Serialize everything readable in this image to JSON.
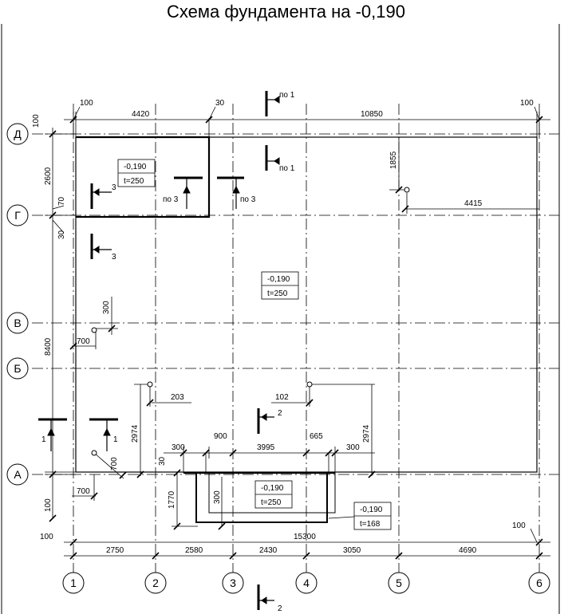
{
  "title": "Схема фундамента на -0,190",
  "axes": {
    "letters": [
      "Д",
      "Г",
      "В",
      "Б",
      "А"
    ],
    "numbers": [
      "1",
      "2",
      "3",
      "4",
      "5",
      "6"
    ]
  },
  "dimensions": {
    "top_100_left": "100",
    "top_4420": "4420",
    "top_30": "30",
    "top_10850": "10850",
    "top_100_right": "100",
    "left_100_top": "100",
    "left_2600": "2600",
    "left_70": "70",
    "left_30": "30",
    "left_8400": "8400",
    "left_100_bottom": "100",
    "d_1855": "1855",
    "d_4415": "4415",
    "d_300_v": "300",
    "d_700_a": "700",
    "d_203": "203",
    "d_102": "102",
    "d_2974_left": "2974",
    "d_2974_right": "2974",
    "d_300_a": "300",
    "d_900": "900",
    "d_3995": "3995",
    "d_665": "665",
    "d_300_b": "300",
    "d_30_low": "30",
    "d_700_b": "700",
    "d_700_c": "700",
    "d_1770": "1770",
    "d_300_pit": "300",
    "bot_100_left": "100",
    "bot_15300": "15300",
    "bot_100_right": "100",
    "spans": [
      "2750",
      "2580",
      "2430",
      "3050",
      "4690"
    ]
  },
  "level_tags": {
    "tag1_level": "-0,190",
    "tag1_thick": "t=250",
    "tag2_level": "-0,190",
    "tag2_thick": "t=250",
    "tag3_level": "-0,190",
    "tag3_thick": "t=250",
    "tag4_level": "-0,190",
    "tag4_thick": "t=168"
  },
  "sections": {
    "po1_top": "по 1",
    "po1_mid": "по 1",
    "po3_a": "по 3",
    "po3_b": "по 3",
    "s3_a": "3",
    "s3_b": "3",
    "s1_a": "1",
    "s1_b": "1",
    "s2_a": "2",
    "s2_b": "2"
  }
}
